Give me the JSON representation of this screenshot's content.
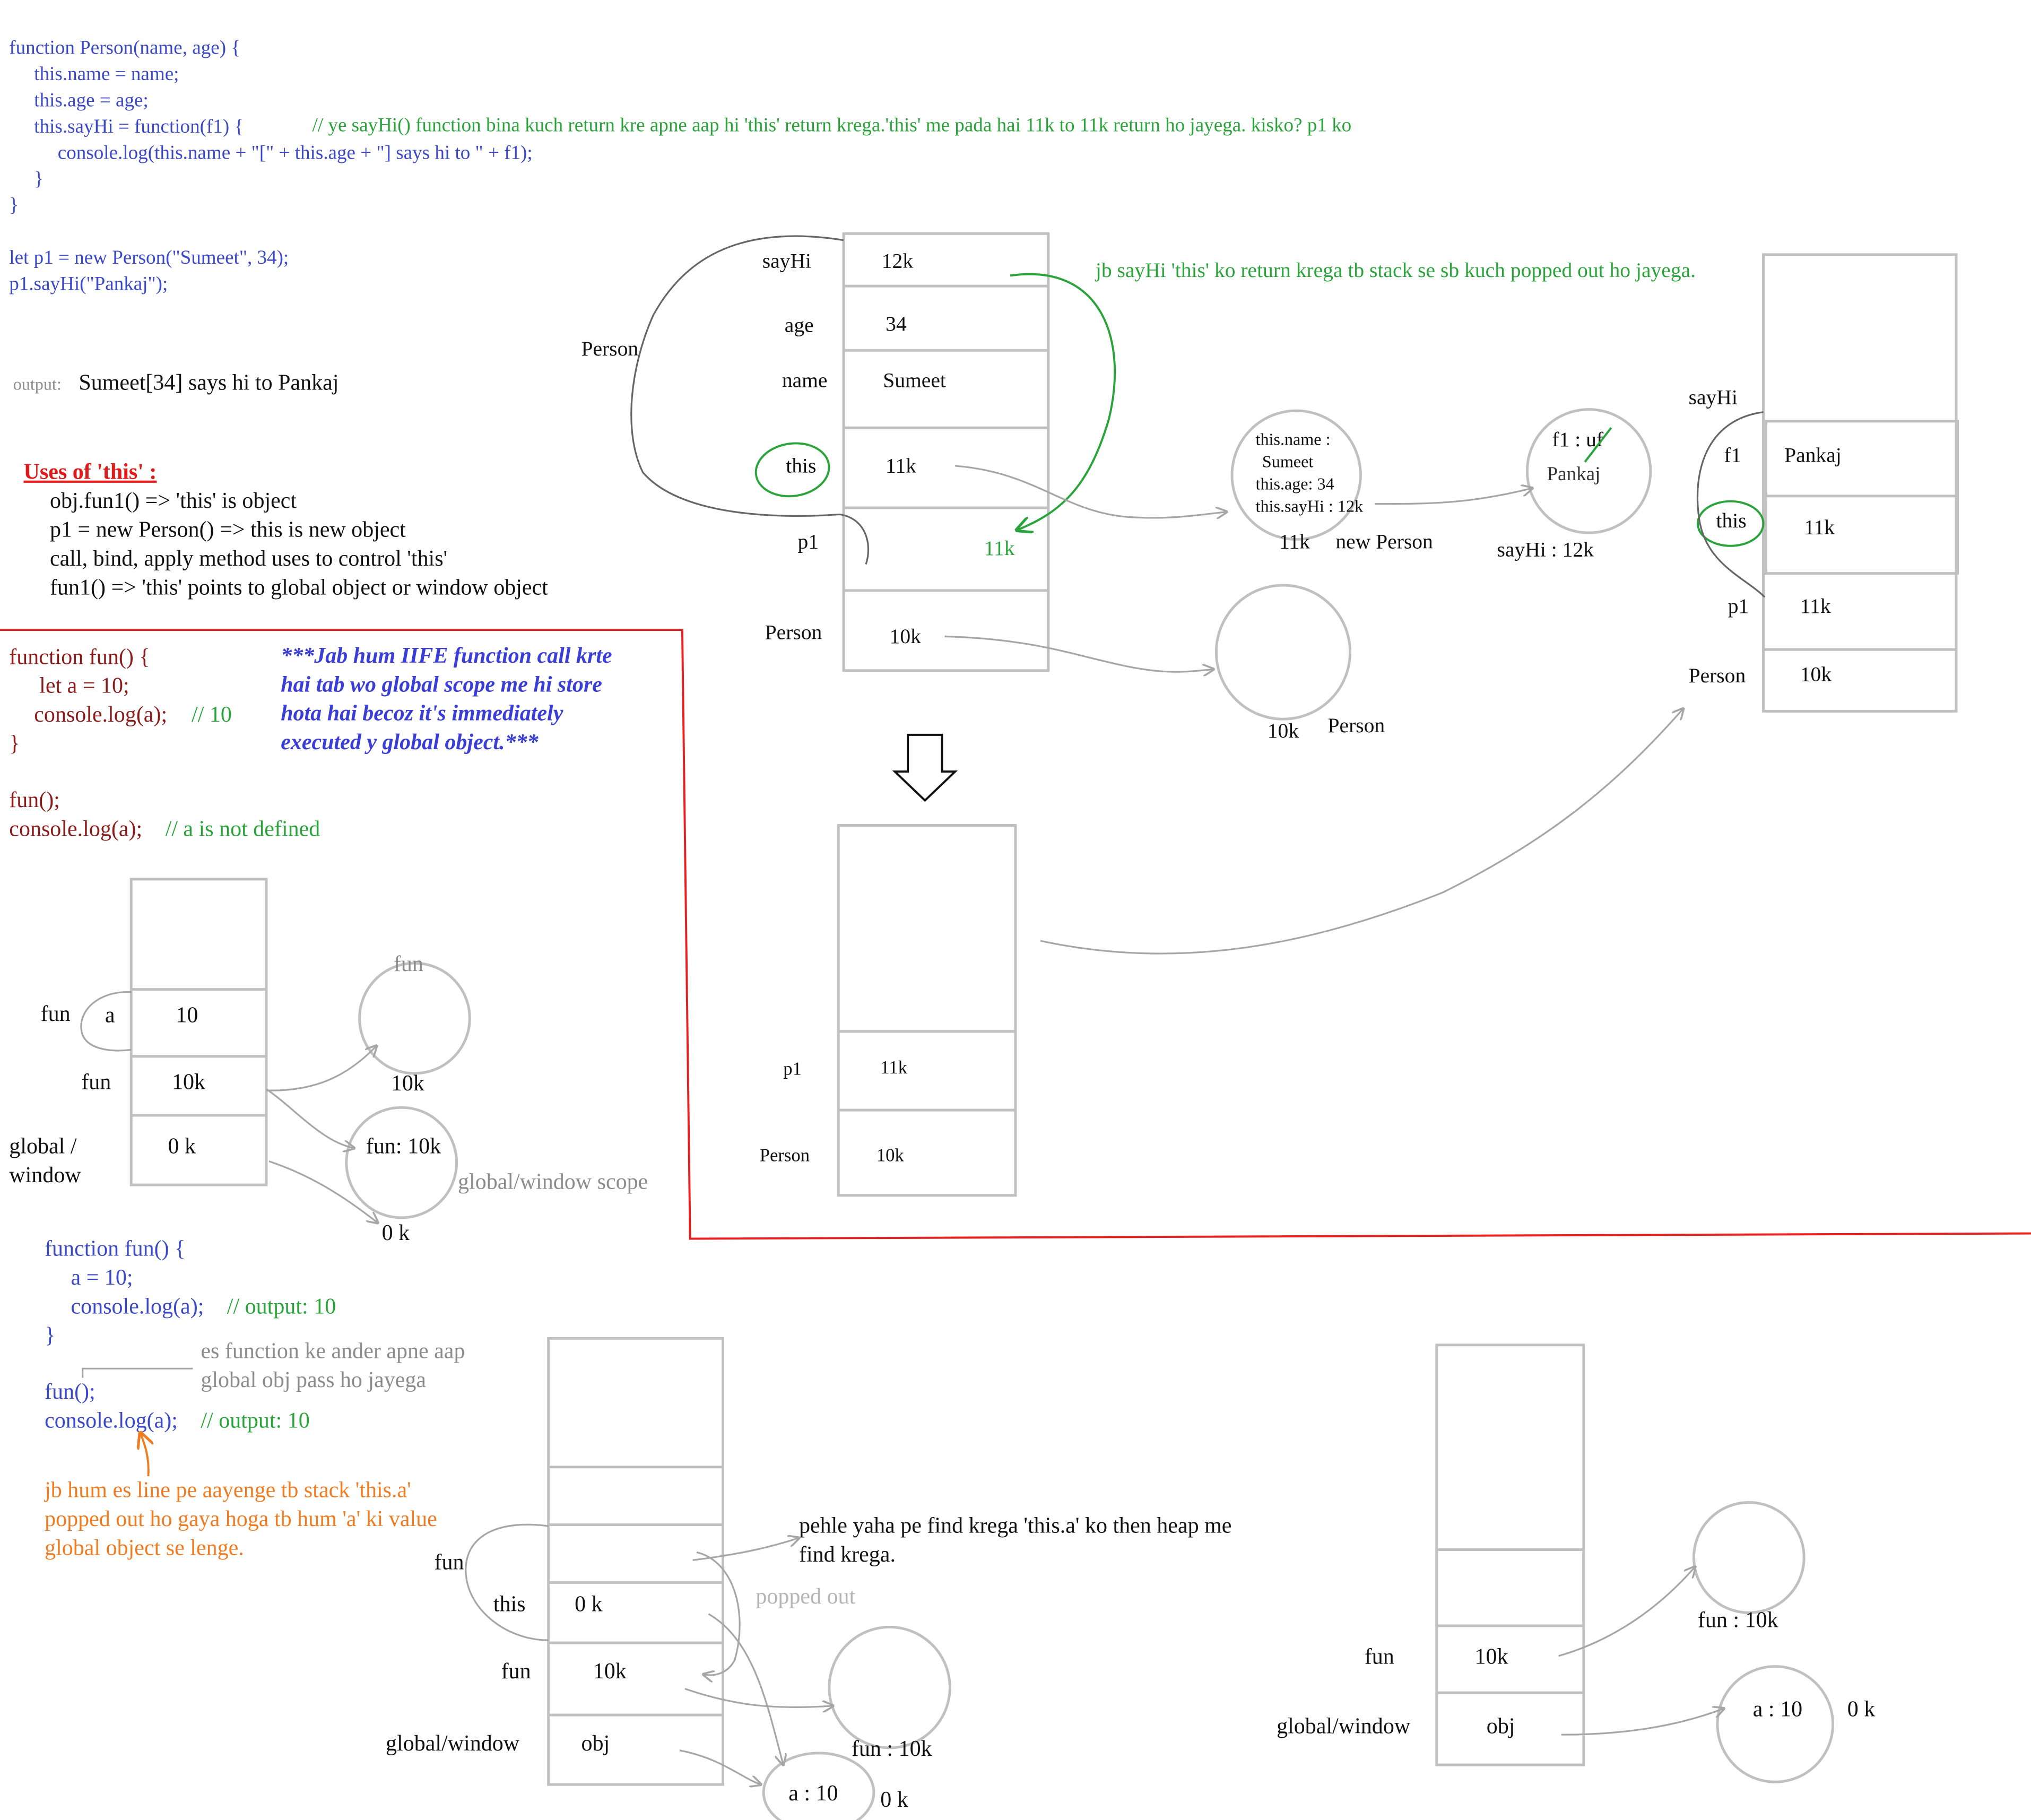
{
  "colors": {
    "code_blue": "#3b48c8",
    "code_red": "#8b1a1a",
    "comment_green": "#2aa43a",
    "note_orange": "#ef7c22",
    "heading_red": "#e01919",
    "italic_blue": "#3a3ed6",
    "box_gray": "#c0c0c0",
    "arrow_gray": "#a6a6a6",
    "divider_red": "#e62020",
    "text_black": "#111111",
    "label_gray": "#8c8c8c"
  },
  "code1": {
    "lines": [
      "function Person(name, age) {",
      "this.name = name;",
      "this.age = age;",
      "this.sayHi = function(f1) {",
      "console.log(this.name + \"[\" + this.age + \"] says hi to \" + f1);",
      "}",
      "}",
      "let p1 = new Person(\"Sumeet\", 34);",
      "p1.sayHi(\"Pankaj\");"
    ],
    "comment": "// ye sayHi() function bina kuch return kre apne aap hi 'this' return krega.'this' me pada hai 11k to 11k return ho jayega. kisko? p1 ko",
    "output_label": "output:",
    "output_value": "Sumeet[34] says hi to Pankaj"
  },
  "uses": {
    "heading": "Uses of 'this' :",
    "items": [
      "obj.fun1()  =>   'this' is object",
      "p1 = new Person()  => this is new object",
      "call, bind, apply method uses to control 'this'",
      "fun1()  => 'this' points to global object or window object"
    ]
  },
  "stack1": {
    "rows": [
      {
        "label": "sayHi",
        "value": "12k"
      },
      {
        "label": "age",
        "value": "34"
      },
      {
        "label": "name",
        "value": "Sumeet"
      },
      {
        "label": "this",
        "value": "11k"
      },
      {
        "label": "p1",
        "value": "11k"
      },
      {
        "label": "Person",
        "value": "10k"
      }
    ],
    "frame_label": "Person"
  },
  "note_popped": "jb sayHi 'this' ko return krega tb stack se sb kuch popped out ho jayega.",
  "heap1": {
    "obj_lines": [
      "this.name :",
      "Sumeet",
      "this.age: 34",
      "this.sayHi : 12k"
    ],
    "obj_addr": "11k",
    "obj_caption": "new Person",
    "f1_top": "f1 : uf",
    "f1_value": "Pankaj",
    "f1_caption": "sayHi : 12k",
    "person_addr": "10k",
    "person_caption": "Person"
  },
  "stack2": {
    "rows": [
      {
        "label": "p1",
        "value": "11k"
      },
      {
        "label": "Person",
        "value": "10k"
      }
    ]
  },
  "stack3": {
    "frame_label": "sayHi",
    "rows": [
      {
        "label": "f1",
        "value": "Pankaj"
      },
      {
        "label": "this",
        "value": "11k"
      },
      {
        "label": "p1",
        "value": "11k"
      },
      {
        "label": "Person",
        "value": "10k"
      }
    ]
  },
  "code2": {
    "lines": [
      "function fun() {",
      "let a = 10;",
      "console.log(a);",
      "}",
      "fun();",
      "console.log(a);"
    ],
    "comment_10": "// 10",
    "comment_undef": "// a is not defined"
  },
  "iife_note": [
    "***Jab hum IIFE function call krte",
    "hai tab wo global scope me hi store",
    "hota hai becoz it's immediately",
    "executed y global object.***"
  ],
  "stack4": {
    "frame_label": "fun",
    "rows": [
      {
        "label": "a",
        "value": "10"
      },
      {
        "label": "fun",
        "value": "10k"
      },
      {
        "label": "global /",
        "label2": "window",
        "value": "0 k"
      }
    ]
  },
  "heap4": {
    "fun_top": "fun",
    "fun_addr": "10k",
    "global_text": "fun: 10k",
    "global_caption": "global/window scope",
    "global_addr": "0 k"
  },
  "code3": {
    "lines": [
      "function fun() {",
      "a = 10;",
      "console.log(a);",
      "}",
      "fun();",
      "console.log(a);"
    ],
    "comment": "// output: 10",
    "note": [
      "es function ke ander apne aap",
      "global obj pass ho jayega"
    ],
    "orange": [
      "jb hum es line pe aayenge tb stack 'this.a'",
      "popped out ho gaya hoga tb hum 'a' ki value",
      "global object se lenge."
    ]
  },
  "stack5": {
    "frame_label": "fun",
    "rows": [
      {
        "label": "this",
        "value": "0 k"
      },
      {
        "label": "fun",
        "value": "10k"
      },
      {
        "label": "global/window",
        "value": "obj"
      }
    ],
    "find_note": [
      "pehle yaha pe find krega 'this.a' ko then heap me",
      "find krega."
    ],
    "popped": "popped out"
  },
  "heap5": {
    "fun_caption": "fun : 10k",
    "a_text": "a : 10",
    "a_addr": "0 k"
  },
  "stack6": {
    "rows": [
      {
        "label": "fun",
        "value": "10k"
      },
      {
        "label": "global/window",
        "value": "obj"
      }
    ]
  },
  "heap6": {
    "fun_caption": "fun : 10k",
    "a_text": "a : 10",
    "a_addr": "0 k"
  }
}
